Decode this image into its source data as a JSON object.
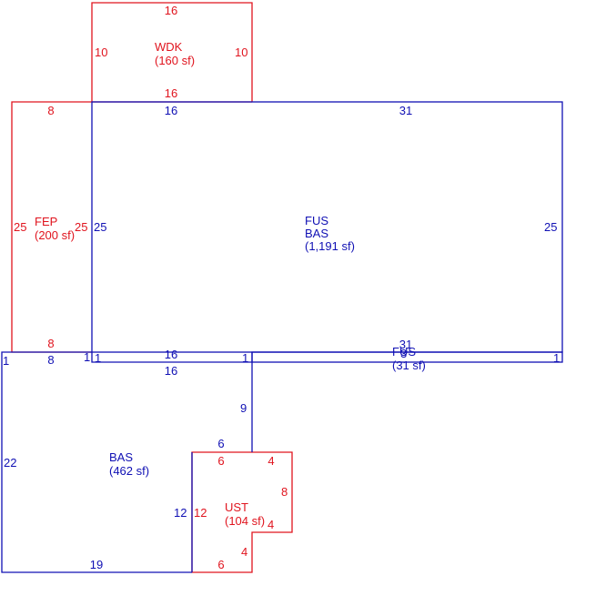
{
  "colors": {
    "red": "#e0141e",
    "blue": "#1010b4"
  },
  "areas": {
    "wdk": {
      "name": "WDK",
      "area": "(160 sf)"
    },
    "fep": {
      "name": "FEP",
      "area": "(200 sf)"
    },
    "fus_bas": {
      "name1": "FUS",
      "name2": "BAS",
      "area": "(1,191 sf)"
    },
    "fus_small": {
      "name": "FUS",
      "area": "(31 sf)"
    },
    "bas": {
      "name": "BAS",
      "area": "(462 sf)"
    },
    "ust": {
      "name": "UST",
      "area": "(104 sf)"
    }
  },
  "dims": {
    "wdk_top": "16",
    "wdk_left": "10",
    "wdk_right": "10",
    "wdk_bottom": "16",
    "fep_top": "8",
    "fep_left": "25",
    "fep_right": "25",
    "fep_bottom": "8",
    "main_top_left": "16",
    "main_top_right": "31",
    "main_left": "25",
    "main_right": "25",
    "main_bottom": "31",
    "strip_left_1": "1",
    "strip_16_top": "16",
    "strip_16_bottom": "16",
    "strip_mid_1": "1",
    "strip_right_1": "1",
    "bas_left_1": "1",
    "bas_top_8": "8",
    "bas_left": "22",
    "bas_bottom": "19",
    "bas_9": "9",
    "bas_6": "6",
    "bas_12": "12",
    "ust_top_6": "6",
    "ust_top_4": "4",
    "ust_right_8": "8",
    "ust_notch_4": "4",
    "ust_inner_4": "4",
    "ust_left_12": "12",
    "ust_bottom_6": "6",
    "small_31": "31",
    "small_3": "3"
  }
}
